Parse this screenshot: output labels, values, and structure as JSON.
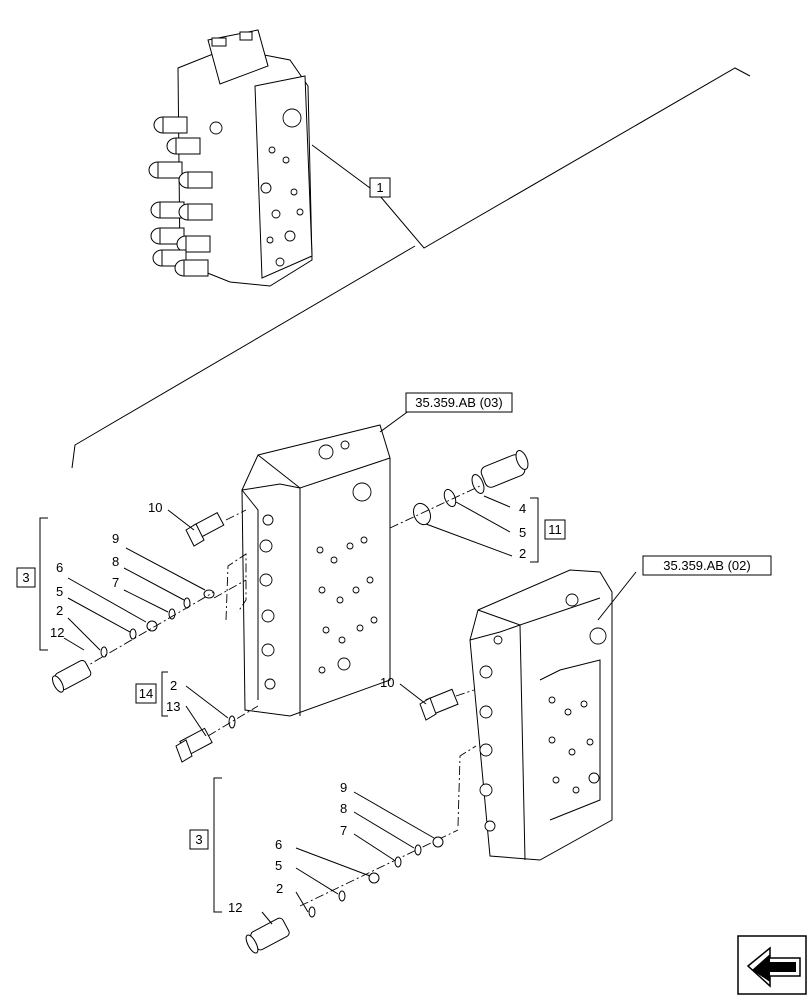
{
  "callouts": {
    "assembly": "1",
    "kit_a": "3",
    "kit_b": "3",
    "kit_11": "11",
    "kit_14": "14"
  },
  "refs": {
    "block_upper": "35.359.AB (03)",
    "block_lower": "35.359.AB (02)"
  },
  "items": {
    "u10": "10",
    "u9": "9",
    "u8": "8",
    "u7": "7",
    "u6": "6",
    "u5": "5",
    "u2": "2",
    "u12": "12",
    "r4": "4",
    "r5": "5",
    "r2": "2",
    "m2": "2",
    "m13": "13",
    "l10": "10",
    "l9": "9",
    "l8": "8",
    "l7": "7",
    "l6": "6",
    "l5": "5",
    "l2": "2",
    "l12": "12"
  },
  "icons": {
    "navigation": "next-page-arrow-icon"
  }
}
